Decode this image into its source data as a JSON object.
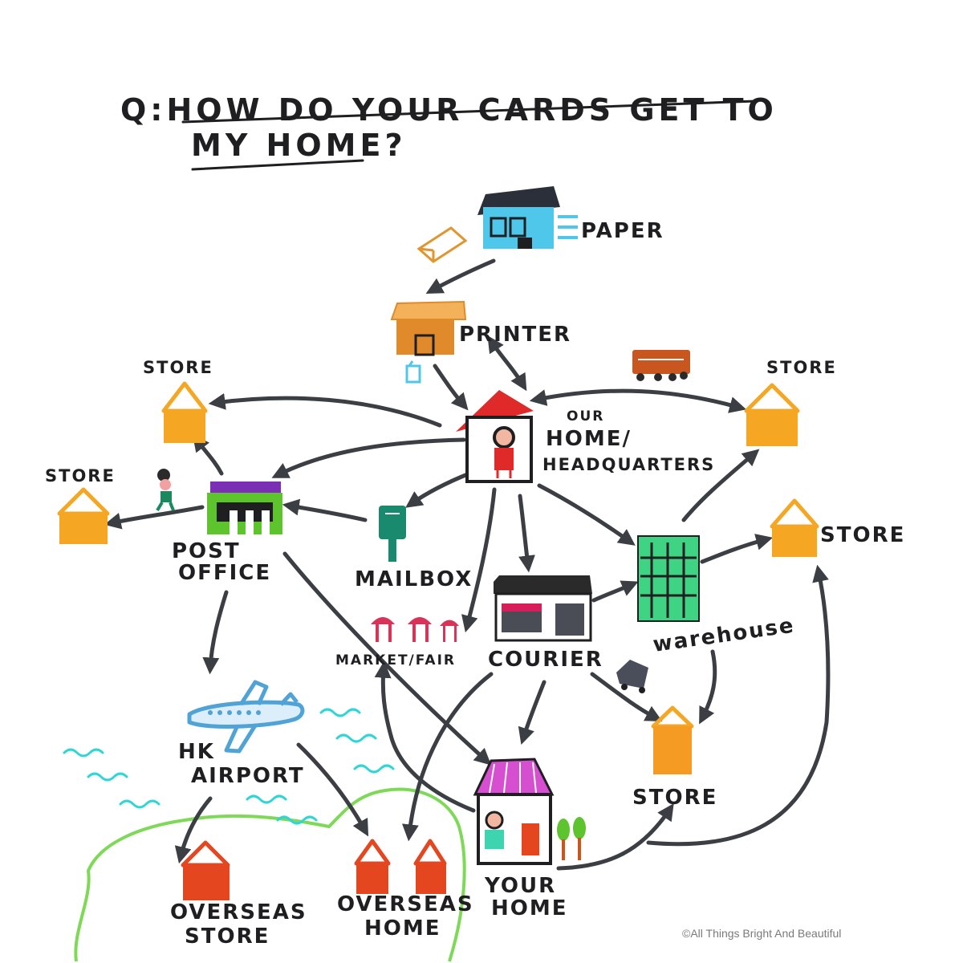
{
  "title": {
    "line1": "Q:HOW DO YOUR CARDS GET TO",
    "line2": "MY HOME?"
  },
  "labels": {
    "paper": "PAPER",
    "printer": "PRINTER",
    "hq_line1": "OUR",
    "hq_line2": "HOME/",
    "hq_line3": "HEADQUARTERS",
    "store_tl": "STORE",
    "store_tr": "STORE",
    "store_left": "STORE",
    "store_right": "STORE",
    "store_bottom": "STORE",
    "post_office_line1": "POST",
    "post_office_line2": "OFFICE",
    "mailbox": "MAILBOX",
    "market_fair": "MARKET/FAIR",
    "courier": "COURIER",
    "warehouse": "warehouse",
    "hk_airport_line1": "HK",
    "hk_airport_line2": "AIRPORT",
    "your_home_line1": "YOUR",
    "your_home_line2": "HOME",
    "overseas_store_line1": "OVERSEAS",
    "overseas_store_line2": "STORE",
    "overseas_home_line1": "OVERSEAS",
    "overseas_home_line2": "HOME"
  },
  "credit": "©All Things Bright And Beautiful",
  "colors": {
    "ink": "#3b3f44",
    "store": "#f5a623",
    "overseas": "#e4471f",
    "paper_house": "#4fc7ea",
    "printer": "#e08a2c",
    "hq_roof": "#e02a2a",
    "post_office": "#5dc42e",
    "mailbox": "#1a8a6e",
    "warehouse": "#3ed483",
    "your_home_roof": "#d64fd1",
    "airplane": "#4fa3d6",
    "water": "#2fd6d6",
    "coastline": "#7ed957",
    "market": "#d9335a"
  }
}
